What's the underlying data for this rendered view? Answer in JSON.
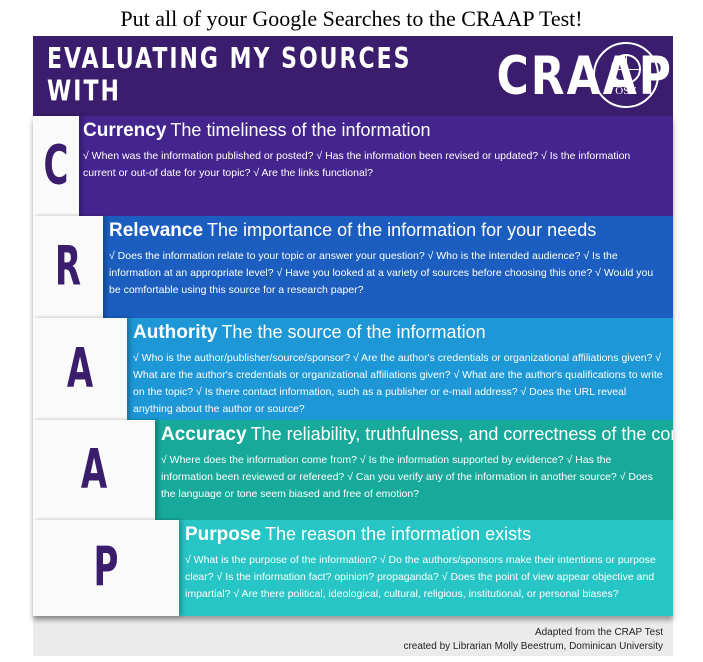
{
  "page_heading": "Put all of your Google Searches to the CRAAP Test!",
  "header": {
    "title_small": "EVALUATING MY SOURCES WITH",
    "title_big": "CRAAP",
    "seal_text": "OSC"
  },
  "sections": [
    {
      "letter": "C",
      "term": "Currency",
      "definition": "The timeliness of the information",
      "description": "√ When was the information published or posted?  √ Has the information been revised or updated?  √ Is the information current or out-of date for your topic?  √ Are the links functional?"
    },
    {
      "letter": "R",
      "term": "Relevance",
      "definition": "The importance of the information for your needs",
      "description": "√ Does the information relate to your topic or answer your question?  √ Who is the intended audience?  √ Is the information at an appropriate level?  √ Have you looked at a variety of sources before choosing this one?  √ Would you be comfortable using this source for a research paper?"
    },
    {
      "letter": "A",
      "term": "Authority",
      "definition": "The the source of the information",
      "description": "√ Who is the author/publisher/source/sponsor?  √ Are the author's credentials or organizational affiliations given?  √ What are the author's credentials or organizational affiliations given?  √ What are the author's qualifications to write on the topic?  √ Is there contact information, such as a publisher or e-mail address?  √ Does the URL reveal anything about the author or source?"
    },
    {
      "letter": "A",
      "term": "Accuracy",
      "definition": "The reliability, truthfulness, and correctness of the content",
      "description": "√ Where does the information come from?  √ Is the information supported by evidence?  √ Has the information been reviewed or refereed?  √ Can you verify any of the information in another source?  √ Does the language or tone seem biased and free of emotion?"
    },
    {
      "letter": "P",
      "term": "Purpose",
      "definition": "The reason the information exists",
      "description": "√ What is the purpose of the information?  √ Do the authors/sponsors make their intentions or purpose clear?  √ Is the information fact? opinion? propaganda?  √ Does the point of view appear objective and impartial?  √ Are there political, ideological, cultural, religious, institutional, or personal biases?"
    }
  ],
  "credits": {
    "line1": "Adapted from the CRAP Test",
    "line2": "created by Librarian Molly Beestrum, Dominican University"
  }
}
